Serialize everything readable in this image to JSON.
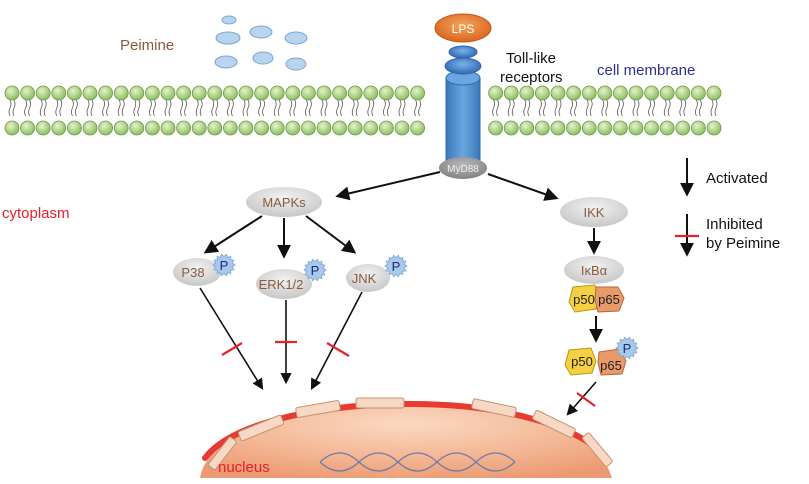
{
  "labels": {
    "peimine": "Peimine",
    "lps": "LPS",
    "tlr_line1": "Toll-like",
    "tlr_line2": "receptors",
    "cell_membrane": "cell membrane",
    "myd88": "MyD88",
    "cytoplasm": "cytoplasm",
    "nucleus": "nucleus"
  },
  "nodes": {
    "mapks": "MAPKs",
    "ikk": "IKK",
    "p38": "P38",
    "erk": "ERK1/2",
    "jnk": "JNK",
    "ikba": "IκBα",
    "p50": "p50",
    "p65": "p65",
    "phospho": "P"
  },
  "legend": {
    "activated": "Activated",
    "inhibited_line1": "Inhibited",
    "inhibited_line2": "by Peimine"
  },
  "colors": {
    "peimine_text": "#8a5a3c",
    "membrane_text": "#2e3192",
    "cytoplasm_text": "#e8202a",
    "nucleus_text": "#e8202a",
    "lipid_head": "#a8d080",
    "receptor": "#4f8fcf",
    "lps": "#e8782a",
    "inhibit": "#e8202a",
    "node_fill": "#d9d9d9",
    "p50": "#f5d040",
    "p65": "#e89a6a",
    "phospho": "#a8c8ec"
  }
}
